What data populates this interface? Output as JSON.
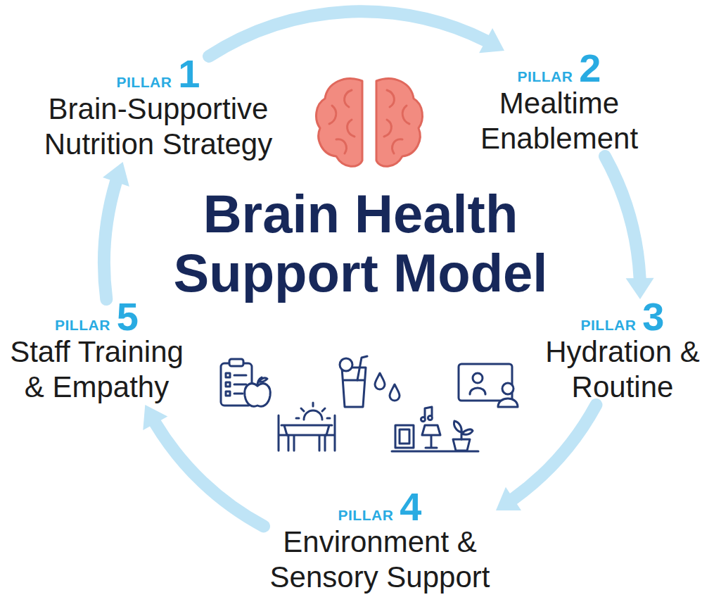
{
  "diagram": {
    "title": "Brain Health Support Model",
    "nodes": [
      {
        "text": [
          "PILLAR",
          "1",
          "Brain-Supportive Nutrition Strategy"
        ]
      },
      {
        "text": [
          "PILLAR",
          "2",
          "Mealtime Enablement"
        ]
      },
      {
        "text": [
          "PILLAR",
          "3",
          "Hydration & Routine"
        ]
      },
      {
        "text": [
          "PILLAR",
          "4",
          "Environment & Sensory Support"
        ]
      },
      {
        "text": [
          "PILLAR",
          "5",
          "Staff Training & Empathy"
        ]
      }
    ],
    "edges": [
      {
        "from": 0,
        "to": 1,
        "arrow": "to"
      },
      {
        "from": 1,
        "to": 2,
        "arrow": "to"
      },
      {
        "from": 2,
        "to": 3,
        "arrow": "to"
      },
      {
        "from": 3,
        "to": 4,
        "arrow": "to"
      },
      {
        "from": 4,
        "to": 0,
        "arrow": "to"
      }
    ]
  }
}
